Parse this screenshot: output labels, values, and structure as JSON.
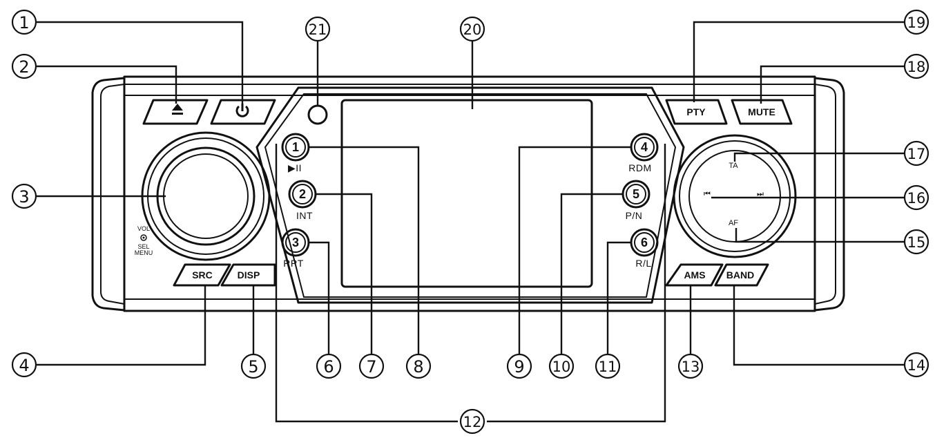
{
  "buttons": {
    "src": "SRC",
    "disp": "DISP",
    "pty": "PTY",
    "mute": "MUTE",
    "ams": "AMS",
    "band": "BAND"
  },
  "keys": [
    {
      "num": "1",
      "sub": "▶II"
    },
    {
      "num": "2",
      "sub": "INT"
    },
    {
      "num": "3",
      "sub": "RPT"
    },
    {
      "num": "4",
      "sub": "RDM"
    },
    {
      "num": "5",
      "sub": "P/N"
    },
    {
      "num": "6",
      "sub": "R/L"
    }
  ],
  "knob": {
    "vol": "VOL",
    "sel_menu_1": "SEL",
    "sel_menu_2": "MENU"
  },
  "dpad": {
    "top": "TA",
    "bottom": "AF",
    "left": "⏮",
    "right": "⏭"
  },
  "icons": {
    "eject": "eject-icon",
    "power": "power-icon"
  },
  "callouts": [
    "1",
    "2",
    "3",
    "4",
    "5",
    "6",
    "7",
    "8",
    "9",
    "10",
    "11",
    "12",
    "13",
    "14",
    "15",
    "16",
    "17",
    "18",
    "19",
    "20",
    "21"
  ]
}
